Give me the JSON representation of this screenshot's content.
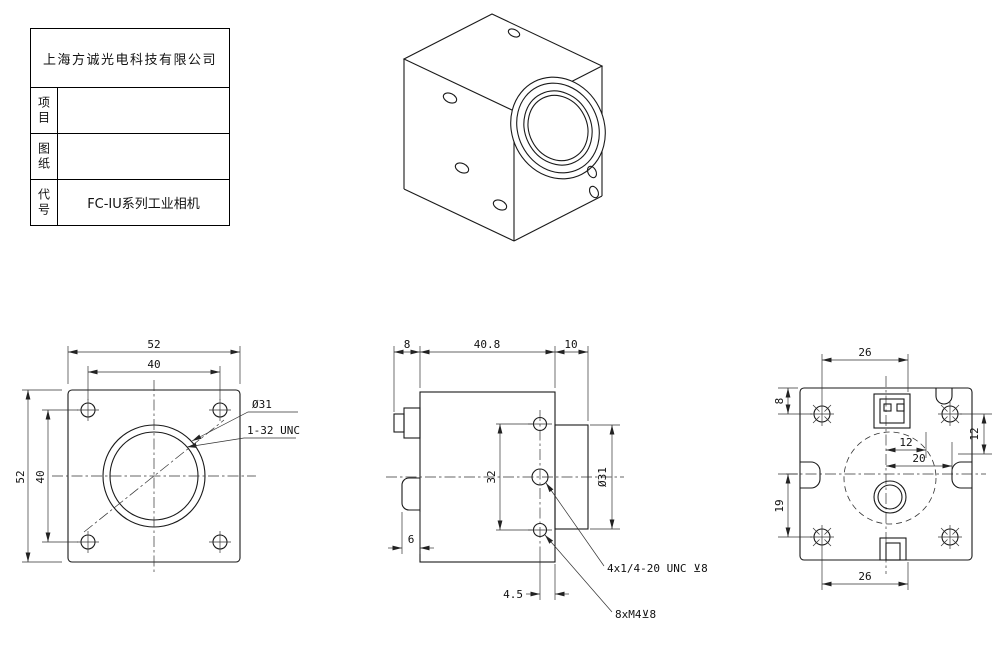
{
  "title_block": {
    "company": "上海方诚光电科技有限公司",
    "rows": [
      {
        "label": "项目",
        "value": ""
      },
      {
        "label": "图纸",
        "value": ""
      },
      {
        "label": "代号",
        "value": "FC-IU系列工业相机"
      }
    ]
  },
  "front_view": {
    "dim_outer_width": "52",
    "dim_inner_width": "40",
    "dim_outer_height": "52",
    "dim_inner_height": "40",
    "lens_diameter": "Ø31",
    "lens_thread": "1-32 UNC"
  },
  "side_view": {
    "dim_connector_depth": "8",
    "dim_body_length": "40.8",
    "dim_flange_length": "10",
    "dim_hole_spacing": "32",
    "dim_flange_diameter": "Ø31",
    "dim_connector_offset": "6",
    "dim_hole_edge_offset": "4.5",
    "note_tripod_holes": "4x1/4-20 UNC ⊻8",
    "note_m4_holes": "8xM4⊻8"
  },
  "rear_view": {
    "dim_top_width": "26",
    "dim_edge_to_hole": "8",
    "dim_right_offset": "12",
    "dim_center_small": "12",
    "dim_center_large": "20",
    "dim_center_to_hole": "19",
    "dim_bottom_width": "26"
  }
}
